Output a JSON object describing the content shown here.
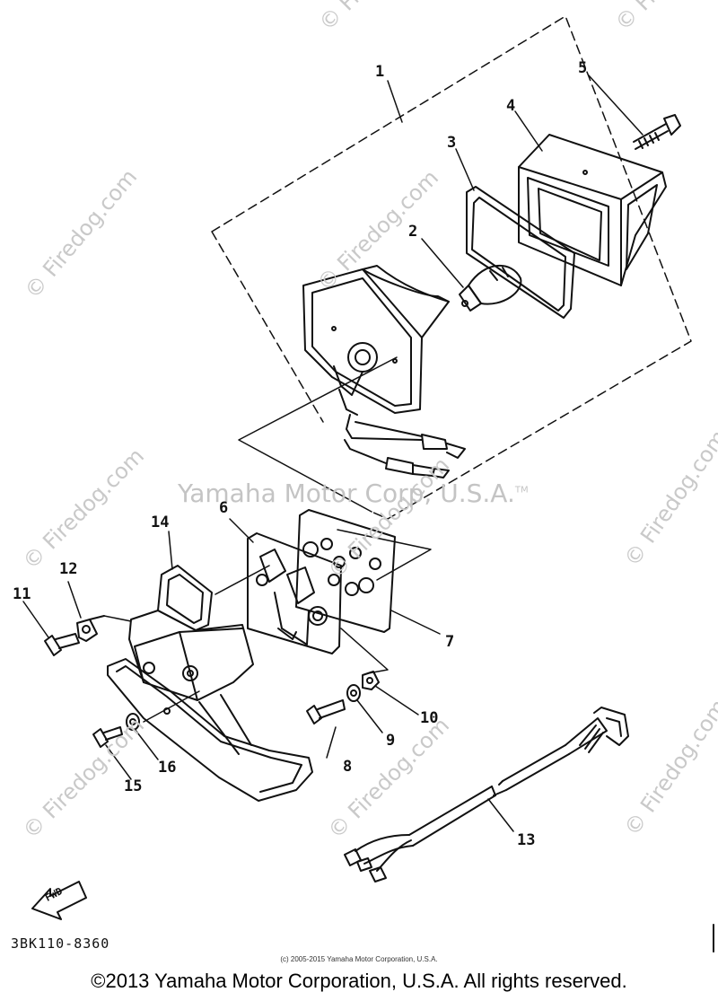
{
  "watermarks": {
    "firedog": "© Firedog.com",
    "yamaha": "Yamaha Motor Corp, U.S.A.",
    "tm": "TM"
  },
  "callouts": [
    "1",
    "2",
    "3",
    "4",
    "5",
    "6",
    "7",
    "8",
    "9",
    "10",
    "11",
    "12",
    "13",
    "14",
    "15",
    "16"
  ],
  "fwd_label": "FWD",
  "part_number": "3BK110-8360",
  "copyright_small": "(c) 2005-2015 Yamaha Motor Corporation, U.S.A.",
  "copyright_main": "©2013 Yamaha Motor Corporation, U.S.A. All rights reserved."
}
